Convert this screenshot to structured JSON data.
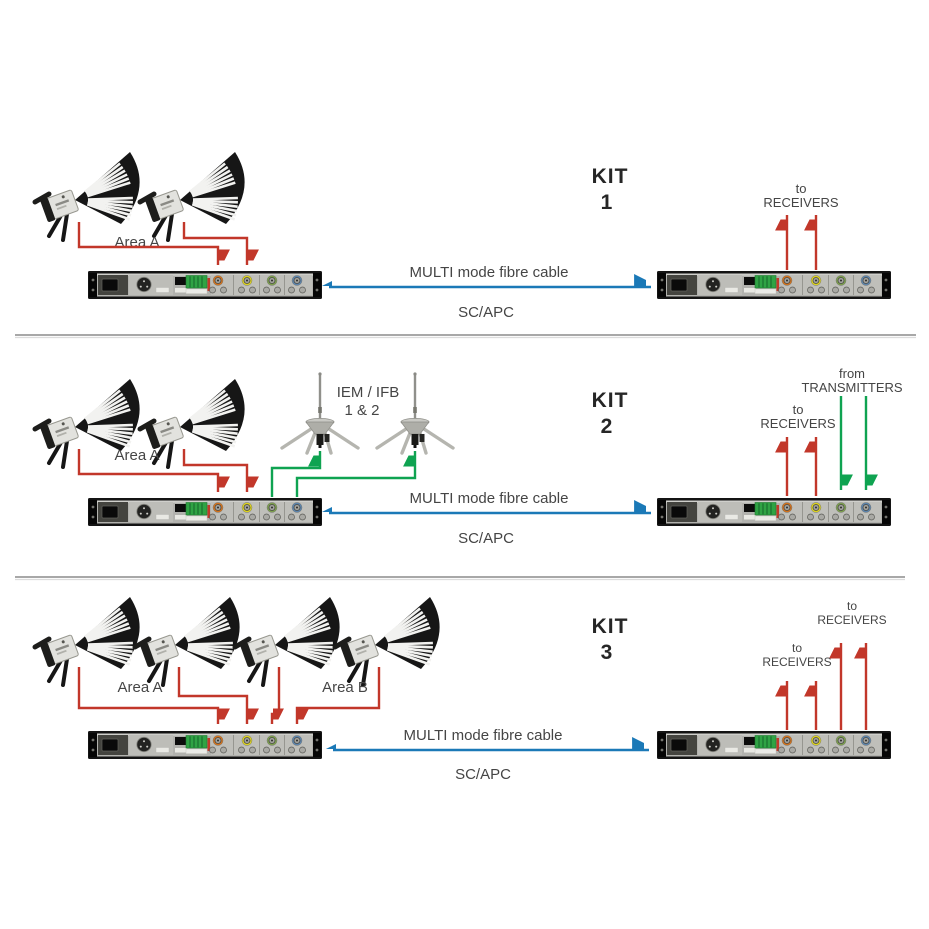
{
  "colors": {
    "red_arrow": "#c2372a",
    "green_arrow": "#0fa351",
    "blue_arrow": "#1b79b7",
    "divider": "#a8a8a8",
    "label_text": "#454545",
    "kit_text": "#262626",
    "terminal_block": "#2fa344",
    "ring_orange": "#d4731c",
    "ring_yellow": "#ddd31f",
    "ring_green": "#7da04e",
    "ring_blue": "#5c85ae"
  },
  "icons": {
    "directional_antenna": "paddle-antenna-icon",
    "omni_antenna": "omni-iem-antenna-icon",
    "rack_unit": "rack-unit-icon",
    "red_arrow": "rf-coax-link-arrow",
    "green_arrow": "iem-feed-arrow",
    "blue_arrow": "fibre-link-double-arrow"
  },
  "kits": [
    {
      "label": "KIT",
      "number": "1",
      "area_a": "Area A",
      "cable": "MULTI mode fibre cable",
      "connector": "SC/APC",
      "recv": {
        "line1": "to",
        "line2": "RECEIVERS"
      }
    },
    {
      "label": "KIT",
      "number": "2",
      "area_a": "Area A",
      "iem": {
        "line1": "IEM / IFB",
        "line2": "1 & 2"
      },
      "cable": "MULTI mode fibre cable",
      "connector": "SC/APC",
      "recv": {
        "line1": "to",
        "line2": "RECEIVERS"
      },
      "trans": {
        "line1": "from",
        "line2": "TRANSMITTERS"
      }
    },
    {
      "label": "KIT",
      "number": "3",
      "area_a": "Area A",
      "area_b": "Area B",
      "cable": "MULTI mode fibre cable",
      "connector": "SC/APC",
      "recv_left": {
        "line1": "to",
        "line2": "RECEIVERS"
      },
      "recv_right": {
        "line1": "to",
        "line2": "RECEIVERS"
      }
    }
  ]
}
